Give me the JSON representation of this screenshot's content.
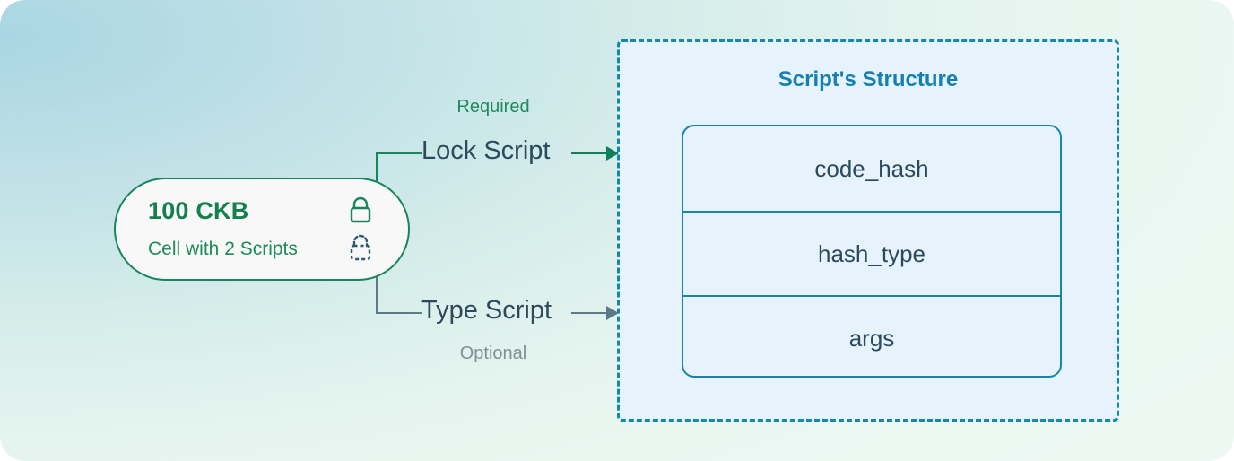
{
  "diagram": {
    "title_hidden": "",
    "cell": {
      "amount": "100 CKB",
      "caption": "Cell with 2 Scripts",
      "icons": [
        "lock-solid-icon",
        "lock-dashed-icon"
      ]
    },
    "branches": [
      {
        "name": "lock",
        "label": "Lock Script",
        "note": "Required",
        "note_position": "above",
        "color": "#18855c"
      },
      {
        "name": "type",
        "label": "Type Script",
        "note": "Optional",
        "note_position": "below",
        "color": "#5c7a88"
      }
    ],
    "structure_panel": {
      "title": "Script's Structure",
      "fields": [
        "code_hash",
        "hash_type",
        "args"
      ]
    },
    "colors": {
      "green": "#18855c",
      "green_text": "#13814f",
      "slate": "#2d4a5c",
      "gray": "#7f8f96",
      "teal": "#1288ac",
      "panel_bg": "#e6f3fc",
      "pill_bg": "#f7f8f7"
    }
  }
}
